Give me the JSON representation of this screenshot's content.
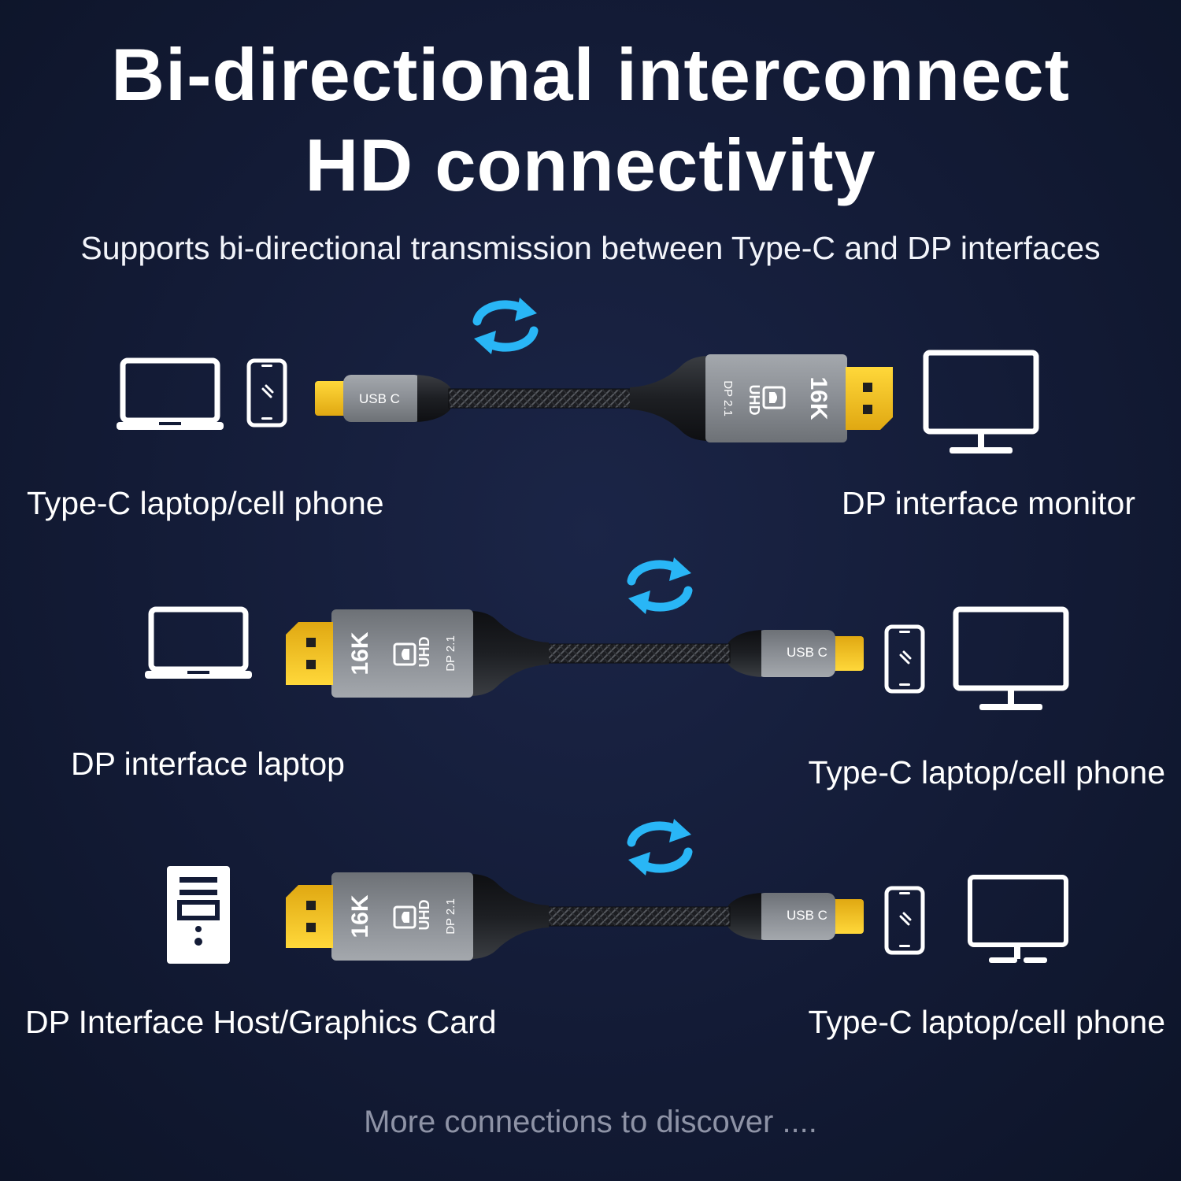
{
  "header": {
    "title_line1": "Bi-directional interconnect",
    "title_line2": "HD connectivity",
    "subtitle": "Supports bi-directional transmission between Type-C and DP interfaces"
  },
  "rows": [
    {
      "left_label": "Type-C laptop/cell phone",
      "right_label": "DP interface monitor"
    },
    {
      "left_label": "DP interface laptop",
      "right_label": "Type-C laptop/cell phone"
    },
    {
      "left_label": "DP Interface Host/Graphics Card",
      "right_label": "Type-C laptop/cell phone"
    }
  ],
  "connector": {
    "usb_c_text": "USB C",
    "dp_resolution": "16K",
    "dp_uhd": "UHD",
    "dp_version": "DP 2.1"
  },
  "footer": {
    "text": "More connections to discover ...."
  },
  "colors": {
    "background": "#131b36",
    "arrow_accent": "#29b6f6",
    "connector_gold": "#f2c21b",
    "shell_gray": "#8e9297"
  }
}
